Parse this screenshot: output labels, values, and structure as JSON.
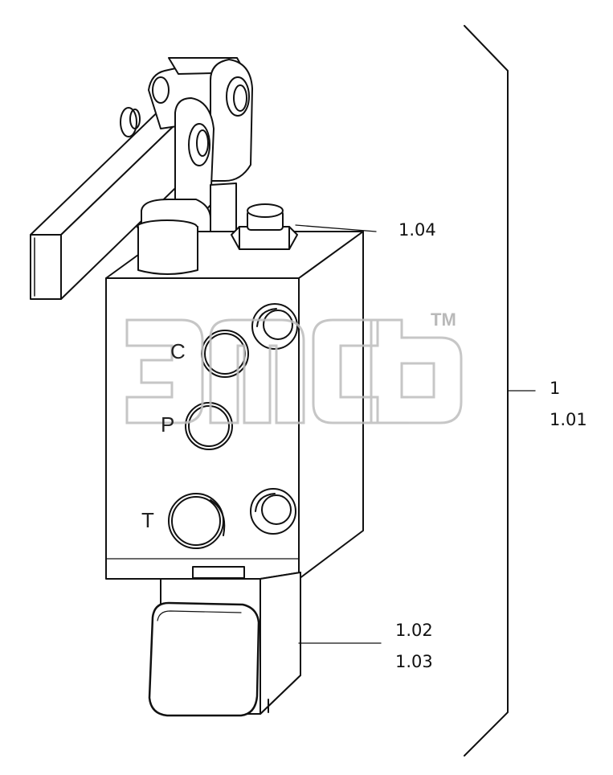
{
  "callouts": {
    "top_right": "1.04",
    "assembly_top": "1",
    "assembly_bottom": "1.01",
    "lower_top": "1.02",
    "lower_bottom": "1.03"
  },
  "ports": {
    "c": "C",
    "p": "P",
    "t": "T"
  },
  "watermark": {
    "trademark": "TM"
  },
  "colors": {
    "stroke": "#111111",
    "watermark": "#bdbdbd"
  }
}
